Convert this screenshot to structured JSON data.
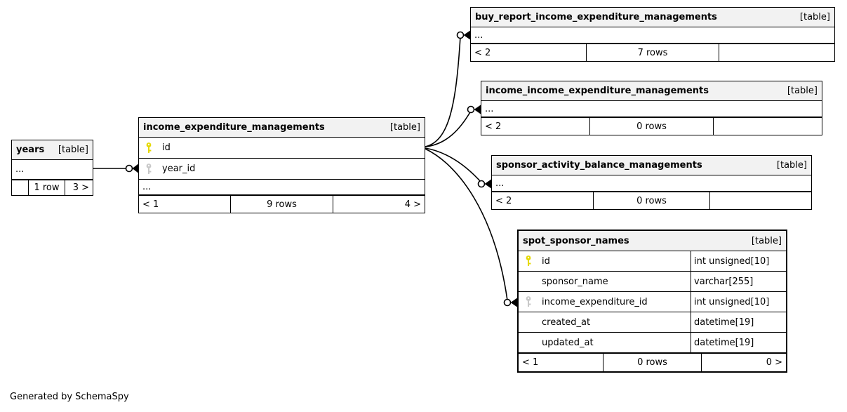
{
  "credit": "Generated by SchemaSpy",
  "colors": {
    "header_bg": "#f2f2f2",
    "pk_key": "#e5d900",
    "fk_key": "#c8c8c8"
  },
  "tables": [
    {
      "name": "years",
      "tag": "[table]",
      "ellipsis": "...",
      "footer": {
        "left": "",
        "center": "1 row",
        "right": "3 >"
      }
    },
    {
      "name": "income_expenditure_managements",
      "tag": "[table]",
      "columns": [
        {
          "name": "id",
          "key": "primary-key"
        },
        {
          "name": "year_id",
          "key": "foreign-key"
        }
      ],
      "ellipsis": "...",
      "footer": {
        "left": "< 1",
        "center": "9 rows",
        "right": "4 >"
      }
    },
    {
      "name": "buy_report_income_expenditure_managements",
      "tag": "[table]",
      "ellipsis": "...",
      "footer": {
        "left": "< 2",
        "center": "7 rows",
        "right": ""
      }
    },
    {
      "name": "income_income_expenditure_managements",
      "tag": "[table]",
      "ellipsis": "...",
      "footer": {
        "left": "< 2",
        "center": "0 rows",
        "right": ""
      }
    },
    {
      "name": "sponsor_activity_balance_managements",
      "tag": "[table]",
      "ellipsis": "...",
      "footer": {
        "left": "< 2",
        "center": "0 rows",
        "right": ""
      }
    },
    {
      "name": "spot_sponsor_names",
      "tag": "[table]",
      "columns": [
        {
          "name": "id",
          "type": "int unsigned[10]",
          "key": "primary-key"
        },
        {
          "name": "sponsor_name",
          "type": "varchar[255]",
          "key": ""
        },
        {
          "name": "income_expenditure_id",
          "type": "int unsigned[10]",
          "key": "foreign-key"
        },
        {
          "name": "created_at",
          "type": "datetime[19]",
          "key": ""
        },
        {
          "name": "updated_at",
          "type": "datetime[19]",
          "key": ""
        }
      ],
      "footer": {
        "left": "< 1",
        "center": "0 rows",
        "right": "0 >"
      }
    }
  ]
}
